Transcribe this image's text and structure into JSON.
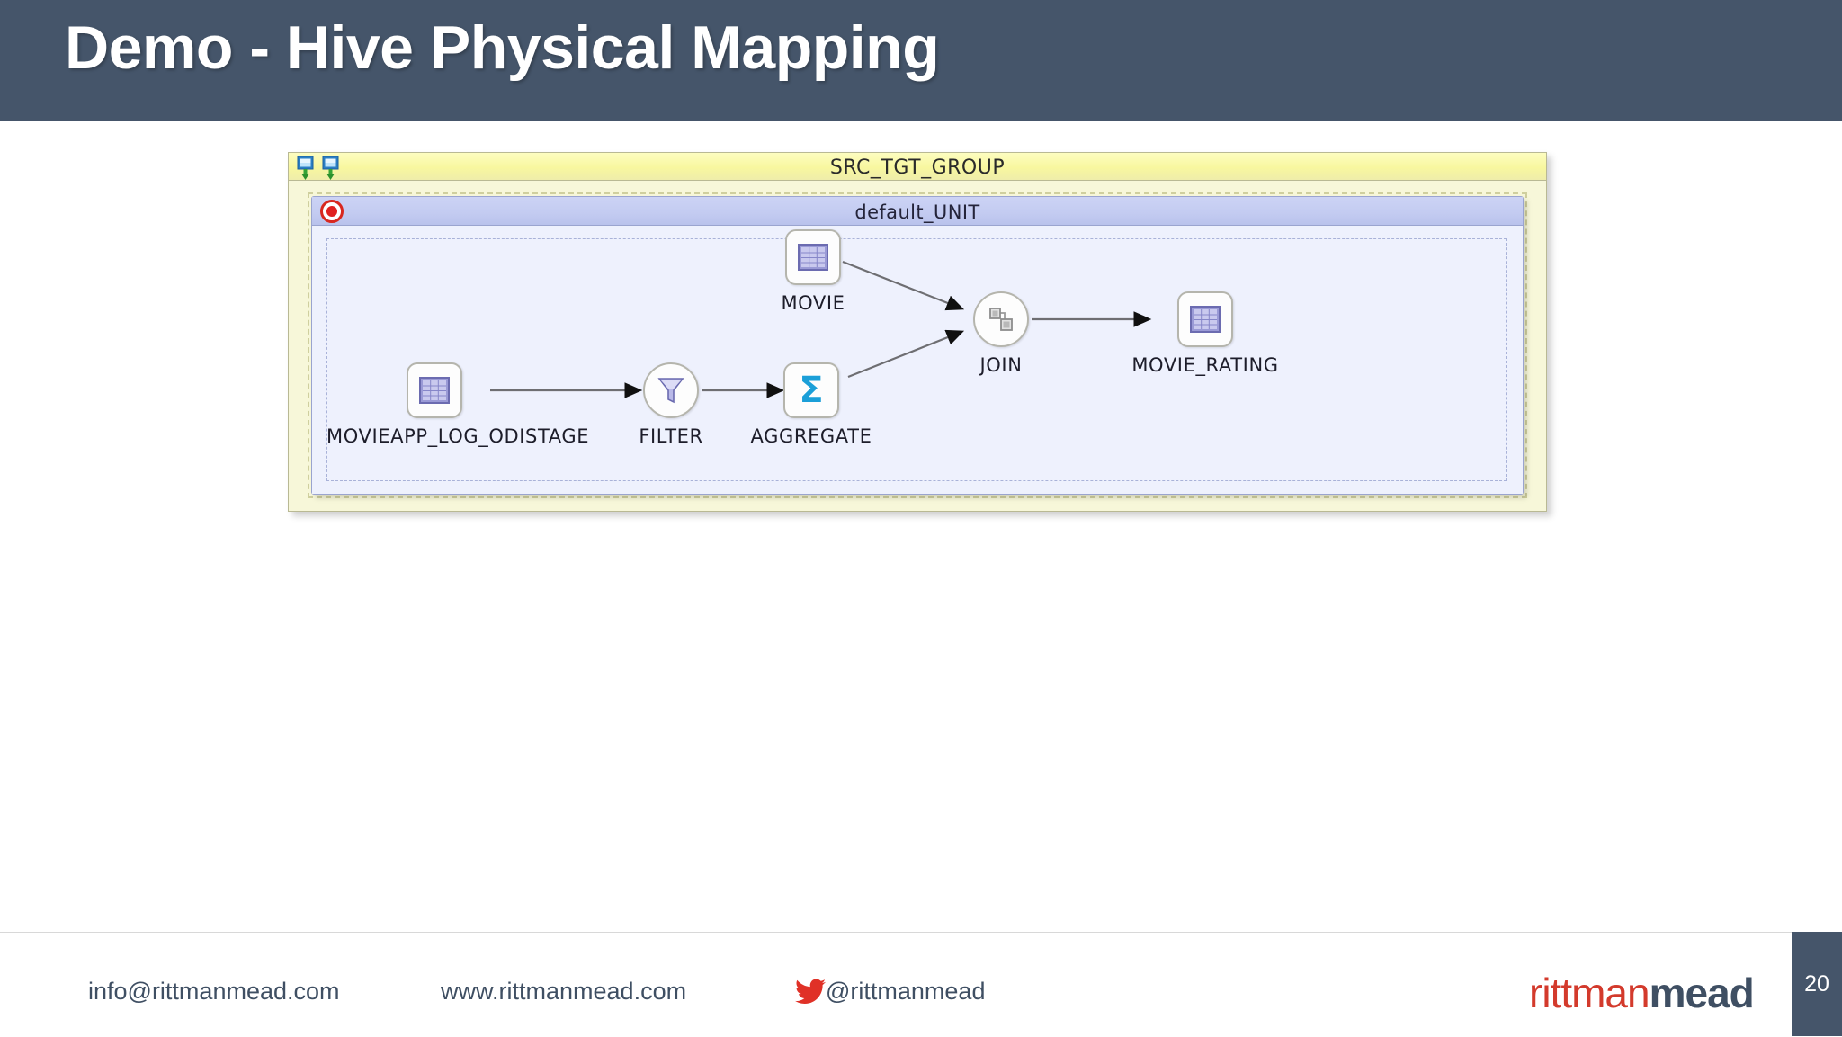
{
  "slide": {
    "title": "Demo - Hive Physical Mapping",
    "page_number": "20",
    "header_color": "#45556a",
    "background_color": "#ffffff"
  },
  "diagram": {
    "group": {
      "title": "SRC_TGT_GROUP",
      "titlebar_color": "#f8f79f",
      "panel_color": "#f7f7d9",
      "icons": [
        "import-table-icon",
        "import-table-icon"
      ]
    },
    "unit": {
      "title": "default_UNIT",
      "titlebar_color": "#c3cbf1",
      "canvas_color": "#eef1fd",
      "icon": "target-icon"
    },
    "nodes": [
      {
        "id": "movie",
        "label": "MOVIE",
        "shape": "rounded-square",
        "icon": "table-icon"
      },
      {
        "id": "movieapp_log_odistage",
        "label": "MOVIEAPP_LOG_ODISTAGE",
        "shape": "rounded-square",
        "icon": "table-icon"
      },
      {
        "id": "filter",
        "label": "FILTER",
        "shape": "circle",
        "icon": "funnel-icon"
      },
      {
        "id": "aggregate",
        "label": "AGGREGATE",
        "shape": "rounded-square",
        "icon": "sigma-icon",
        "glyph": "Σ"
      },
      {
        "id": "join",
        "label": "JOIN",
        "shape": "circle",
        "icon": "join-icon"
      },
      {
        "id": "movie_rating",
        "label": "MOVIE_RATING",
        "shape": "rounded-square",
        "icon": "table-icon"
      }
    ],
    "edges": [
      {
        "from": "movieapp_log_odistage",
        "to": "filter"
      },
      {
        "from": "filter",
        "to": "aggregate"
      },
      {
        "from": "aggregate",
        "to": "join"
      },
      {
        "from": "movie",
        "to": "join"
      },
      {
        "from": "join",
        "to": "movie_rating"
      }
    ]
  },
  "footer": {
    "email": "info@rittmanmead.com",
    "website": "www.rittmanmead.com",
    "twitter_handle": "@rittmanmead",
    "twitter_icon_color": "#e03127",
    "brand_part1": "rittman",
    "brand_part2": "mead",
    "brand_color1": "#d33a2c",
    "brand_color2": "#3f4f63"
  }
}
